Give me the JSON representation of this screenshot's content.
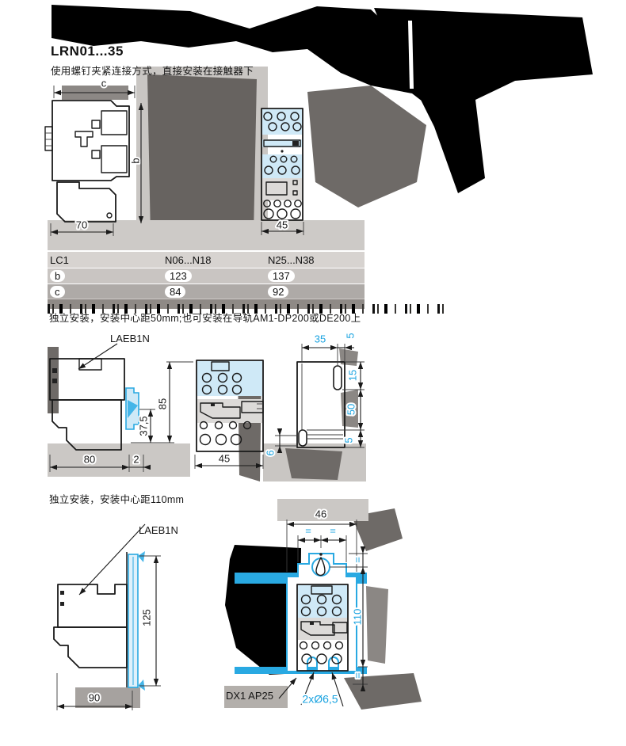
{
  "page": {
    "title": "LRN01...35",
    "note_screw": "使用螺钉夹紧连接方式，直接安装在接触器下",
    "note_independent_50": "独立安装，安装中心距50mm;也可安装在导轨AM1-DP200或DE200上",
    "note_independent_110": "独立安装，安装中心距110mm"
  },
  "colors": {
    "accent_cyan": "#1aa3e0",
    "drawing_blue": "#cfe9f7",
    "outline": "#1a1a1a"
  },
  "table": {
    "col_headers": [
      "LC1",
      "N06...N18",
      "N25...N38"
    ],
    "rows": [
      {
        "dim": "b",
        "n06_n18": "123",
        "n25_n38": "137"
      },
      {
        "dim": "c",
        "n06_n18": "84",
        "n25_n38": "92"
      }
    ]
  },
  "figure1": {
    "dim_c": "c",
    "dim_b": "b",
    "width_side": "70",
    "width_front": "45"
  },
  "figure2": {
    "accessory_label": "LAEB1N",
    "width_side": "80",
    "plate_thickness": "2",
    "height_lower": "37,5",
    "height_total": "85",
    "width_front": "45",
    "plate": {
      "hole_offset": "35",
      "edge_gap": "5",
      "slot_length": "15",
      "slot_spacing": "50",
      "slot_edge": "5",
      "bottom_gap": "6"
    }
  },
  "figure3": {
    "accessory_label": "LAEB1N",
    "width_side": "90",
    "plate_height": "125",
    "width_top": "46",
    "equal_marks": [
      "=",
      "=",
      "=",
      "="
    ],
    "center_distance": "110",
    "holes": "2xØ6,5",
    "rail_label": "DX1 AP25"
  }
}
